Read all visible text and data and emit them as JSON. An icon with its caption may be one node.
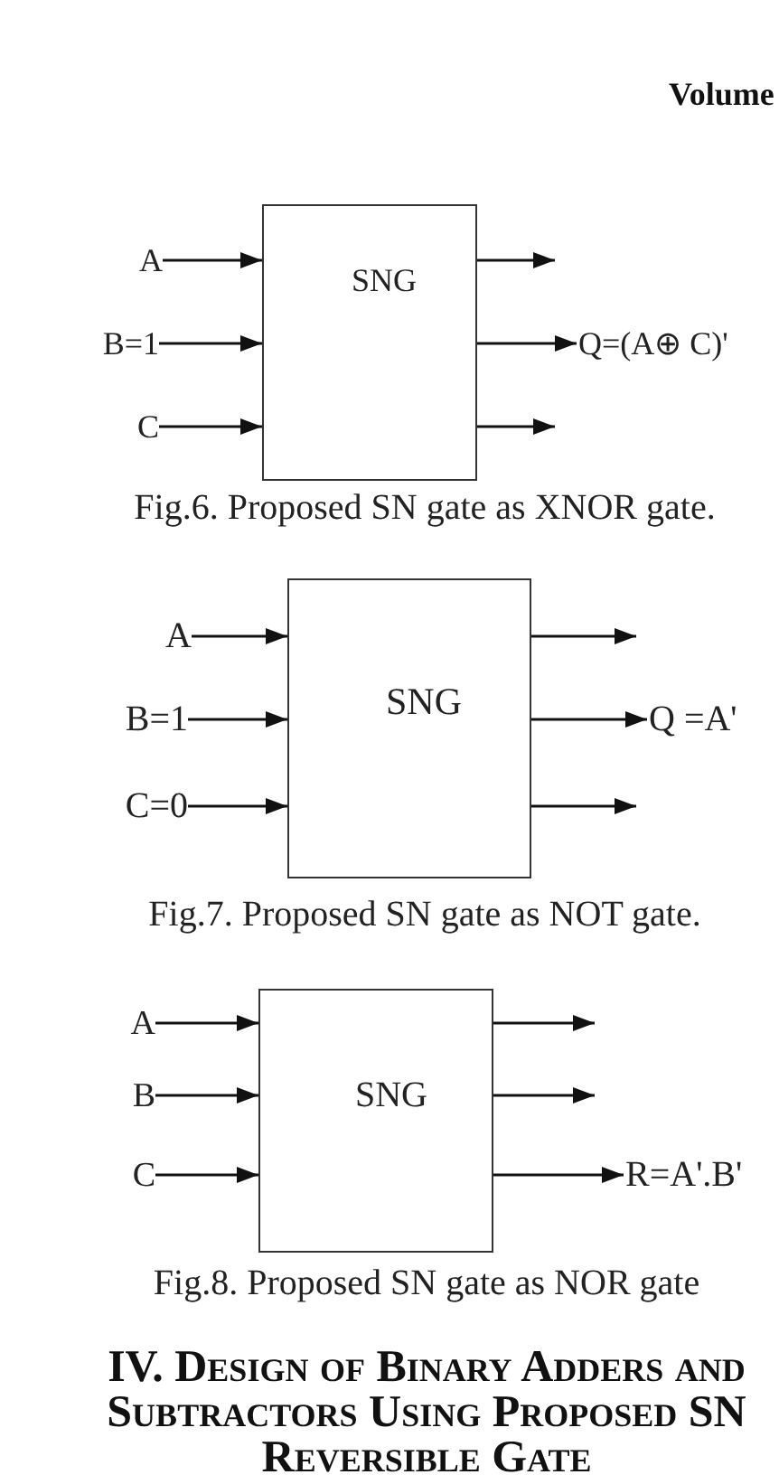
{
  "diagram": {
    "title": "IV. Design of Binary Adders and Subtractors Using Proposed SN Reversible Gate",
    "nodes": [
      {
        "text": [
          "SNG"
        ],
        "beside": [
          "Fig.6. Proposed SN gate as XNOR gate."
        ]
      },
      {
        "text": [
          "A"
        ]
      },
      {
        "text": [
          "B=1"
        ]
      },
      {
        "text": [
          "C"
        ]
      },
      {
        "text": [
          "Q=(A⊕ C)'"
        ]
      },
      {
        "text": [
          "SNG"
        ],
        "beside": [
          "Fig.7. Proposed SN gate as NOT gate."
        ]
      },
      {
        "text": [
          "A"
        ]
      },
      {
        "text": [
          "B=1"
        ]
      },
      {
        "text": [
          "C=0"
        ]
      },
      {
        "text": [
          "Q =A'"
        ]
      },
      {
        "text": [
          "SNG"
        ],
        "beside": [
          "Fig.8. Proposed SN gate as NOR gate"
        ]
      },
      {
        "text": [
          "A"
        ]
      },
      {
        "text": [
          "B"
        ]
      },
      {
        "text": [
          "C"
        ]
      },
      {
        "text": [
          "R=A'.B'"
        ]
      }
    ],
    "edges": [
      {
        "from": 1,
        "to": 0,
        "arrow": "to"
      },
      {
        "from": 2,
        "to": 0,
        "arrow": "to"
      },
      {
        "from": 3,
        "to": 0,
        "arrow": "to"
      },
      {
        "from": 0,
        "to": null,
        "arrow": "to"
      },
      {
        "from": 0,
        "to": 4,
        "arrow": "to"
      },
      {
        "from": 0,
        "to": null,
        "arrow": "to"
      },
      {
        "from": 6,
        "to": 5,
        "arrow": "to"
      },
      {
        "from": 7,
        "to": 5,
        "arrow": "to"
      },
      {
        "from": 8,
        "to": 5,
        "arrow": "to"
      },
      {
        "from": 5,
        "to": null,
        "arrow": "to"
      },
      {
        "from": 5,
        "to": 9,
        "arrow": "to"
      },
      {
        "from": 5,
        "to": null,
        "arrow": "to"
      },
      {
        "from": 11,
        "to": 10,
        "arrow": "to"
      },
      {
        "from": 12,
        "to": 10,
        "arrow": "to"
      },
      {
        "from": 13,
        "to": 10,
        "arrow": "to"
      },
      {
        "from": 10,
        "to": null,
        "arrow": "to"
      },
      {
        "from": 10,
        "to": null,
        "arrow": "to"
      },
      {
        "from": 10,
        "to": 14,
        "arrow": "to"
      }
    ],
    "labels": [
      "Volume"
    ]
  }
}
